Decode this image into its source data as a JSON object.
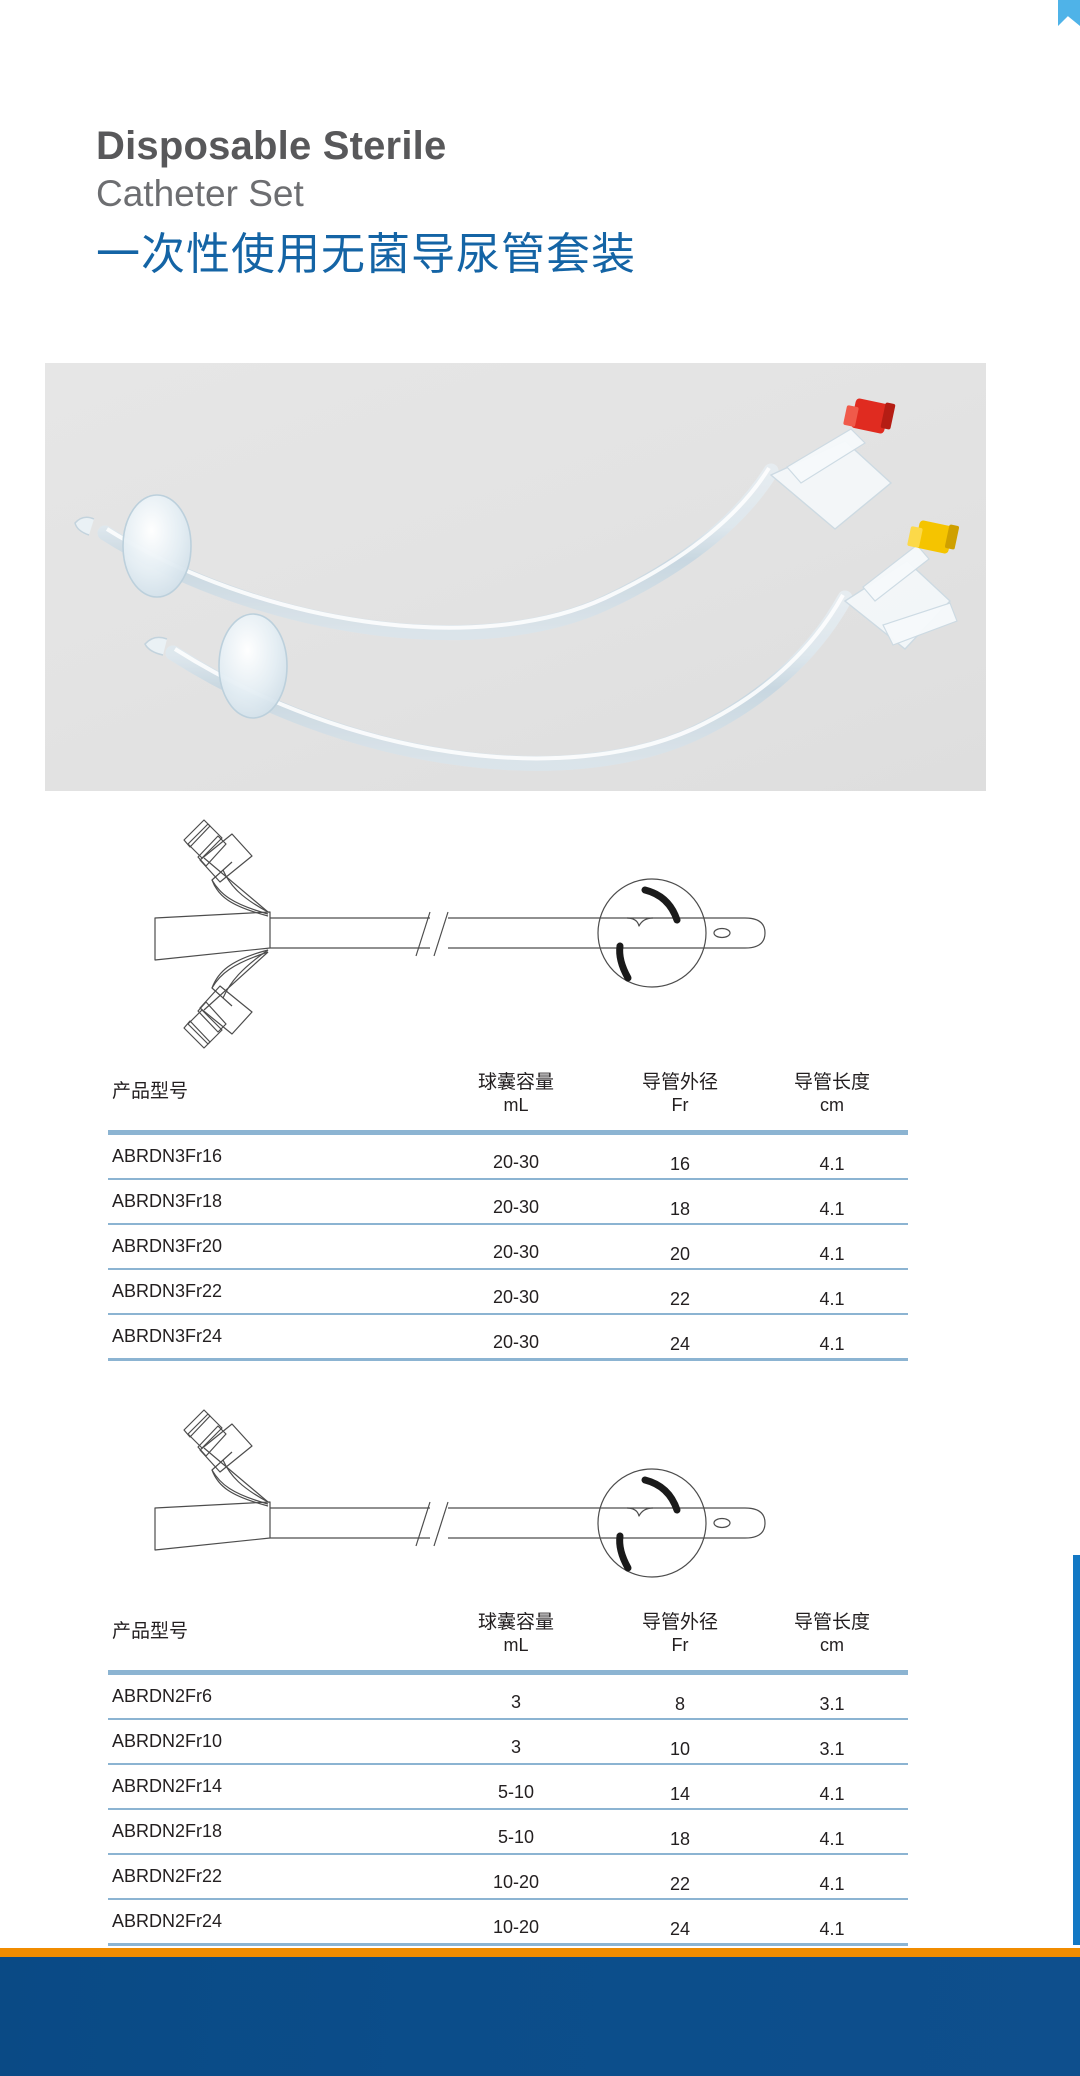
{
  "titles": {
    "english_line1": "Disposable Sterile",
    "english_line2": "Catheter Set",
    "chinese": "一次性使用无菌导尿管套装"
  },
  "colors": {
    "title_en_primary": "#58585a",
    "title_en_secondary": "#6d6e71",
    "title_cn": "#1464a5",
    "table_rule": "#8cb4d2",
    "footer_orange": "#f08c00",
    "footer_navy": "#0a4a85",
    "edge_blue": "#1378c4",
    "corner_tab": "#4fb3e8",
    "valve_red": "#e02b20",
    "valve_yellow": "#f5c400"
  },
  "photo": {
    "alt": "two silicone foley catheters on gray background",
    "items": [
      {
        "name": "three-way-catheter",
        "valve_color": "red"
      },
      {
        "name": "two-way-catheter",
        "valve_color": "yellow"
      }
    ]
  },
  "tables": [
    {
      "id": "three-way",
      "diagram": "three-way-catheter-line-drawing",
      "headers": {
        "model": "产品型号",
        "balloon": "球囊容量",
        "balloon_unit": "mL",
        "diameter": "导管外径",
        "diameter_unit": "Fr",
        "length": "导管长度",
        "length_unit": "cm"
      },
      "rows": [
        {
          "model": "ABRDN3Fr16",
          "balloon": "20-30",
          "fr": "16",
          "length": "4.1"
        },
        {
          "model": "ABRDN3Fr18",
          "balloon": "20-30",
          "fr": "18",
          "length": "4.1"
        },
        {
          "model": "ABRDN3Fr20",
          "balloon": "20-30",
          "fr": "20",
          "length": "4.1"
        },
        {
          "model": "ABRDN3Fr22",
          "balloon": "20-30",
          "fr": "22",
          "length": "4.1"
        },
        {
          "model": "ABRDN3Fr24",
          "balloon": "20-30",
          "fr": "24",
          "length": "4.1"
        }
      ]
    },
    {
      "id": "two-way",
      "diagram": "two-way-catheter-line-drawing",
      "headers": {
        "model": "产品型号",
        "balloon": "球囊容量",
        "balloon_unit": "mL",
        "diameter": "导管外径",
        "diameter_unit": "Fr",
        "length": "导管长度",
        "length_unit": "cm"
      },
      "rows": [
        {
          "model": "ABRDN2Fr6",
          "balloon": "3",
          "fr": "8",
          "length": "3.1"
        },
        {
          "model": "ABRDN2Fr10",
          "balloon": "3",
          "fr": "10",
          "length": "3.1"
        },
        {
          "model": "ABRDN2Fr14",
          "balloon": "5-10",
          "fr": "14",
          "length": "4.1"
        },
        {
          "model": "ABRDN2Fr18",
          "balloon": "5-10",
          "fr": "18",
          "length": "4.1"
        },
        {
          "model": "ABRDN2Fr22",
          "balloon": "10-20",
          "fr": "22",
          "length": "4.1"
        },
        {
          "model": "ABRDN2Fr24",
          "balloon": "10-20",
          "fr": "24",
          "length": "4.1"
        }
      ]
    }
  ]
}
